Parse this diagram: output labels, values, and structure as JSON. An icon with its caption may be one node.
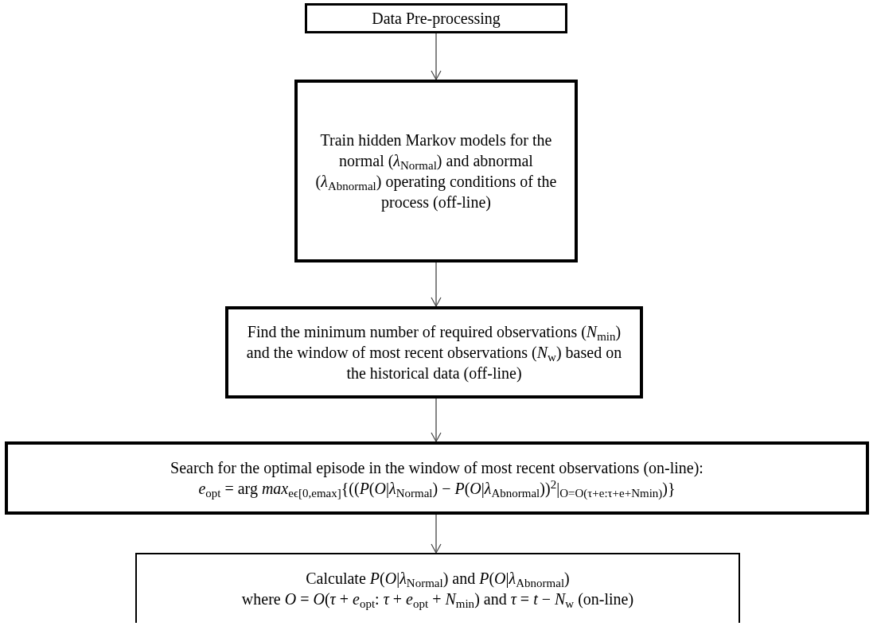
{
  "diagram": {
    "nodes": [
      {
        "text": [
          "Data Pre-processing"
        ]
      },
      {
        "text": [
          "Train hidden Markov models for the normal (*λ*$_{Normal}$) and abnormal (*λ*$_{Abnormal}$) operating conditions of the process (off-line)"
        ]
      },
      {
        "text": [
          "Find the minimum number of required observations (*N*$_{min}$) and the window of most recent observations (*N*$_{w}$) based on the historical data (off-line)"
        ]
      },
      {
        "text": [
          "Search for the optimal episode in the window of most recent observations (on-line):",
          "*e*$_{opt}$ = arg *max*$_{eϵ[0,e}$$_{max}$$_{]}${((*P*(*O*|*λ*$_{Normal}$) − *P*(*O*|*λ*$_{Abnormal}$))$^{2}$|$_{O=O(τ+e:τ+e+N}$$_{min}$$_{)}$)}"
        ]
      },
      {
        "text": [
          "Calculate *P*(*O*|*λ*$_{Normal}$) and *P*(*O*|*λ*$_{Abnormal}$)",
          "where *O* = *O*(*τ* + *e*$_{opt}$: *τ* + *e*$_{opt}$ + *N*$_{min}$) and *τ* = *t* − *N*$_{w}$ (on-line)"
        ]
      }
    ],
    "edges": [
      {
        "from": 0,
        "to": 1,
        "arrow": "to"
      },
      {
        "from": 1,
        "to": 2,
        "arrow": "to"
      },
      {
        "from": 2,
        "to": 3,
        "arrow": "to"
      },
      {
        "from": 3,
        "to": 4,
        "arrow": "to"
      }
    ]
  }
}
